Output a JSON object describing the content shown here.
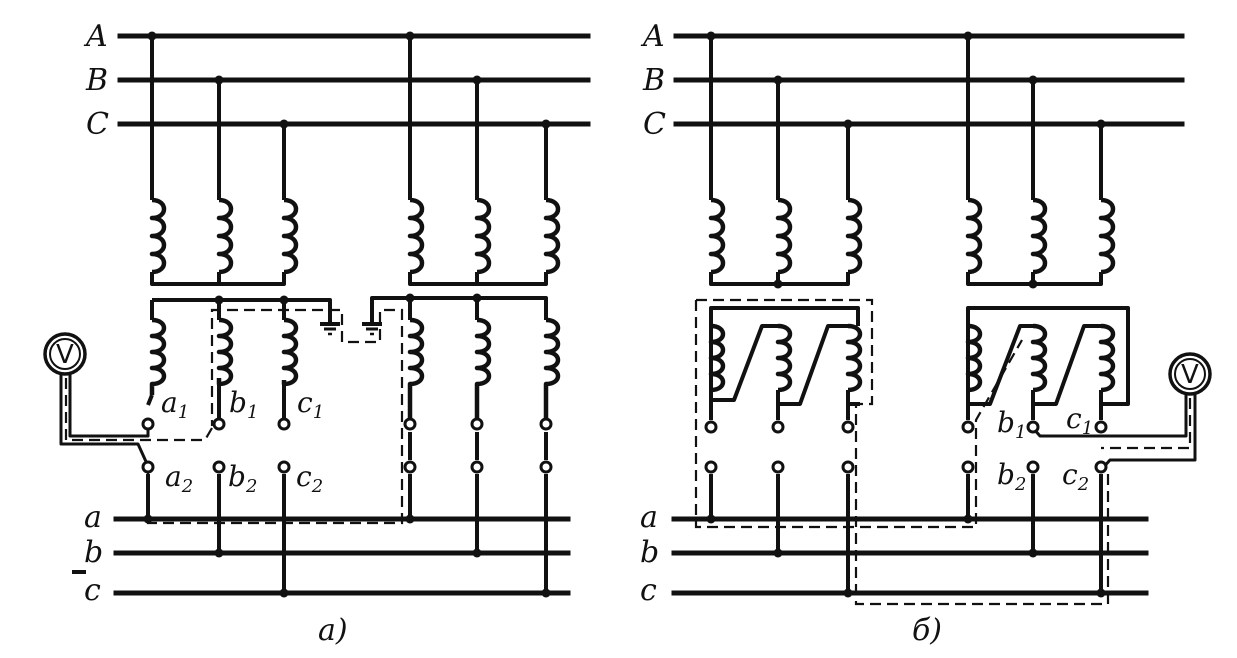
{
  "buses": {
    "high": [
      "A",
      "B",
      "C"
    ],
    "low": [
      "a",
      "b",
      "c"
    ]
  },
  "terminals": {
    "a1": {
      "main": "a",
      "sub": "1"
    },
    "a2": {
      "main": "a",
      "sub": "2"
    },
    "b1": {
      "main": "b",
      "sub": "1"
    },
    "b2": {
      "main": "b",
      "sub": "2"
    },
    "c1": {
      "main": "c",
      "sub": "1"
    },
    "c2": {
      "main": "c",
      "sub": "2"
    }
  },
  "voltmeter": "V",
  "captions": {
    "left": "а)",
    "right": "б)"
  }
}
